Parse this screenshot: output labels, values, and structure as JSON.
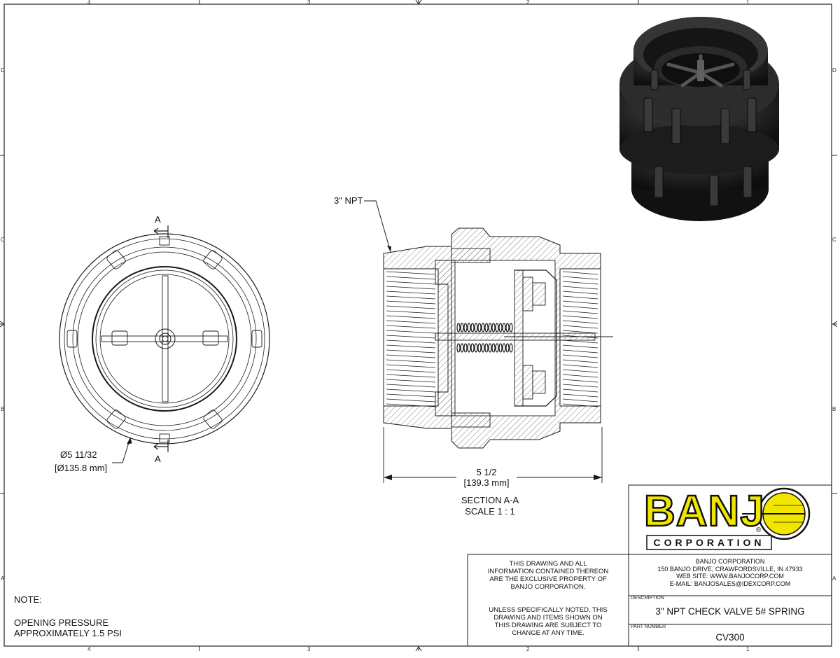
{
  "border": {
    "top_zones": [
      "4",
      "3",
      "2",
      "1"
    ],
    "bottom_zones": [
      "4",
      "3",
      "2",
      "1"
    ],
    "left_zones": [
      "D",
      "C",
      "B",
      "A"
    ],
    "right_zones": [
      "D",
      "C",
      "B",
      "A"
    ]
  },
  "front_view": {
    "section_marker_top": "A",
    "section_marker_bottom": "A",
    "diameter_dim": "Ø5 11/32",
    "diameter_dim_metric": "[Ø135.8 mm]"
  },
  "section_view": {
    "thread_callout": "3\" NPT",
    "length_dim": "5 1/2",
    "length_dim_metric": "[139.3 mm]",
    "title": "SECTION A-A",
    "scale": "SCALE 1 : 1"
  },
  "notes": {
    "heading": "NOTE:",
    "line1": "OPENING PRESSURE",
    "line2": "APPROXIMATELY 1.5 PSI"
  },
  "title_block": {
    "logo_text": "BANJ",
    "logo_subtext": "CORPORATION",
    "logo_registered": "®",
    "property_notice": [
      "THIS DRAWING AND ALL",
      "INFORMATION CONTAINED THEREON",
      "ARE THE EXCLUSIVE PROPERTY OF",
      "BANJO CORPORATION."
    ],
    "change_notice": [
      "UNLESS SPECIFICALLY NOTED, THIS",
      "DRAWING AND ITEMS SHOWN ON",
      "THIS DRAWING ARE SUBJECT TO",
      "CHANGE AT ANY TIME."
    ],
    "company_name": "BANJO CORPORATION",
    "address": "150 BANJO DRIVE, CRAWFORDSVILLE, IN 47933",
    "website": "WEB SITE: WWW.BANJOCORP.COM",
    "email": "E-MAIL: BANJOSALES@IDEXCORP.COM",
    "description_label": "DESCRIPTION",
    "description": "3\" NPT CHECK VALVE 5# SPRING",
    "part_number_label": "PART NUMBER",
    "part_number": "CV300"
  },
  "colors": {
    "logo_yellow": "#f2e600",
    "line": "#1a1a1a",
    "hatch": "#555555",
    "render_dark": "#1e1e1e"
  }
}
